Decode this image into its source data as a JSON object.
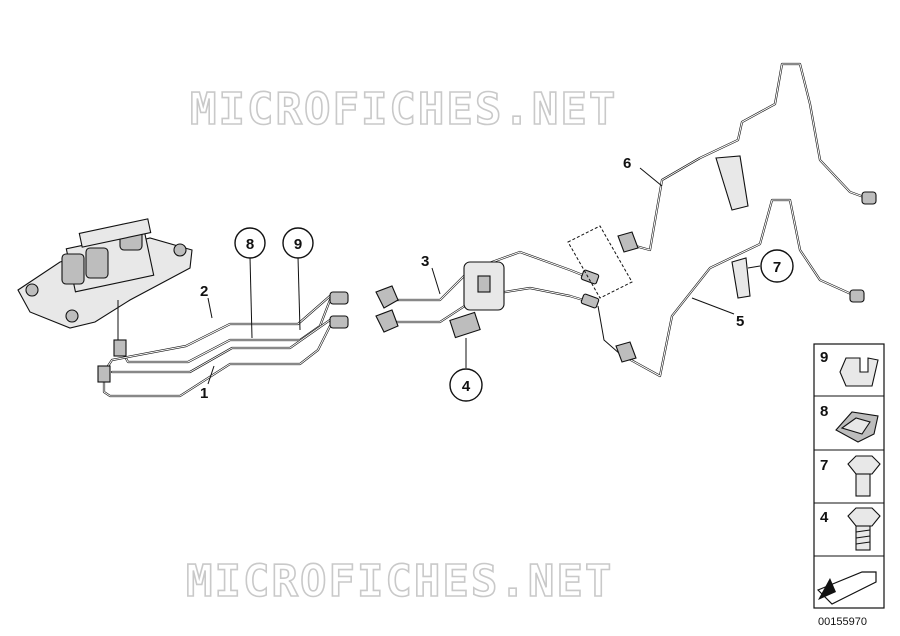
{
  "watermark": {
    "text": "MICROFICHES.NET"
  },
  "callouts": {
    "c1": "1",
    "c2": "2",
    "c3": "3",
    "c4": "4",
    "c5": "5",
    "c6": "6",
    "c7": "7",
    "c8": "8",
    "c9": "9"
  },
  "legend": {
    "items": [
      {
        "number": "9",
        "part": "clip-icon"
      },
      {
        "number": "8",
        "part": "clamp-icon"
      },
      {
        "number": "7",
        "part": "bolt-icon"
      },
      {
        "number": "4",
        "part": "bolt-icon"
      }
    ]
  },
  "document_number": "00155970"
}
